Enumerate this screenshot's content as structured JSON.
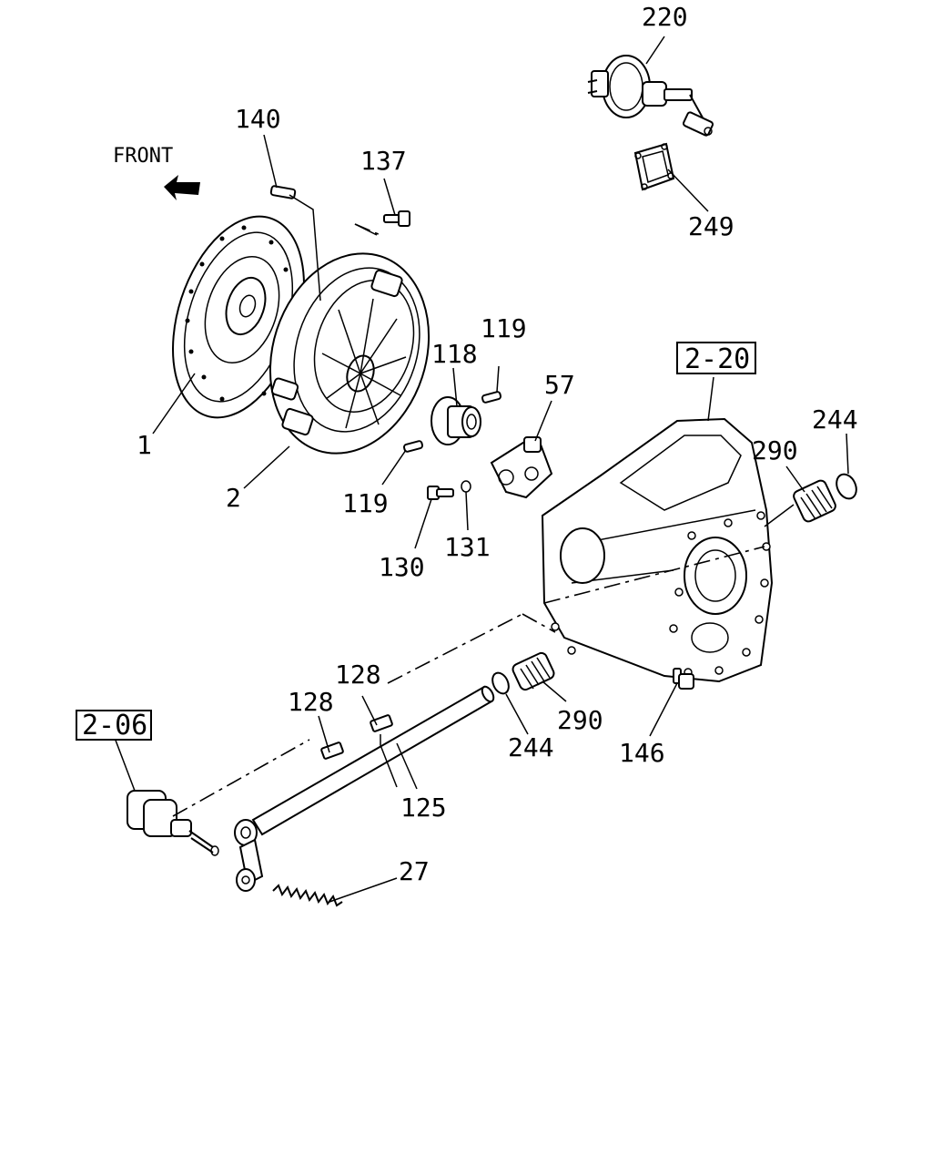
{
  "front_label": "FRONT",
  "refs": {
    "housing": "2-20",
    "slave_cylinder": "2-06"
  },
  "labels": {
    "p220": "220",
    "p249": "249",
    "p140": "140",
    "p137": "137",
    "p119a": "119",
    "p118": "118",
    "p57": "57",
    "p244a": "244",
    "p290a": "290",
    "p1": "1",
    "p2": "2",
    "p119b": "119",
    "p130": "130",
    "p131": "131",
    "p128a": "128",
    "p128b": "128",
    "p244b": "244",
    "p290b": "290",
    "p146": "146",
    "p125": "125",
    "p27": "27"
  }
}
